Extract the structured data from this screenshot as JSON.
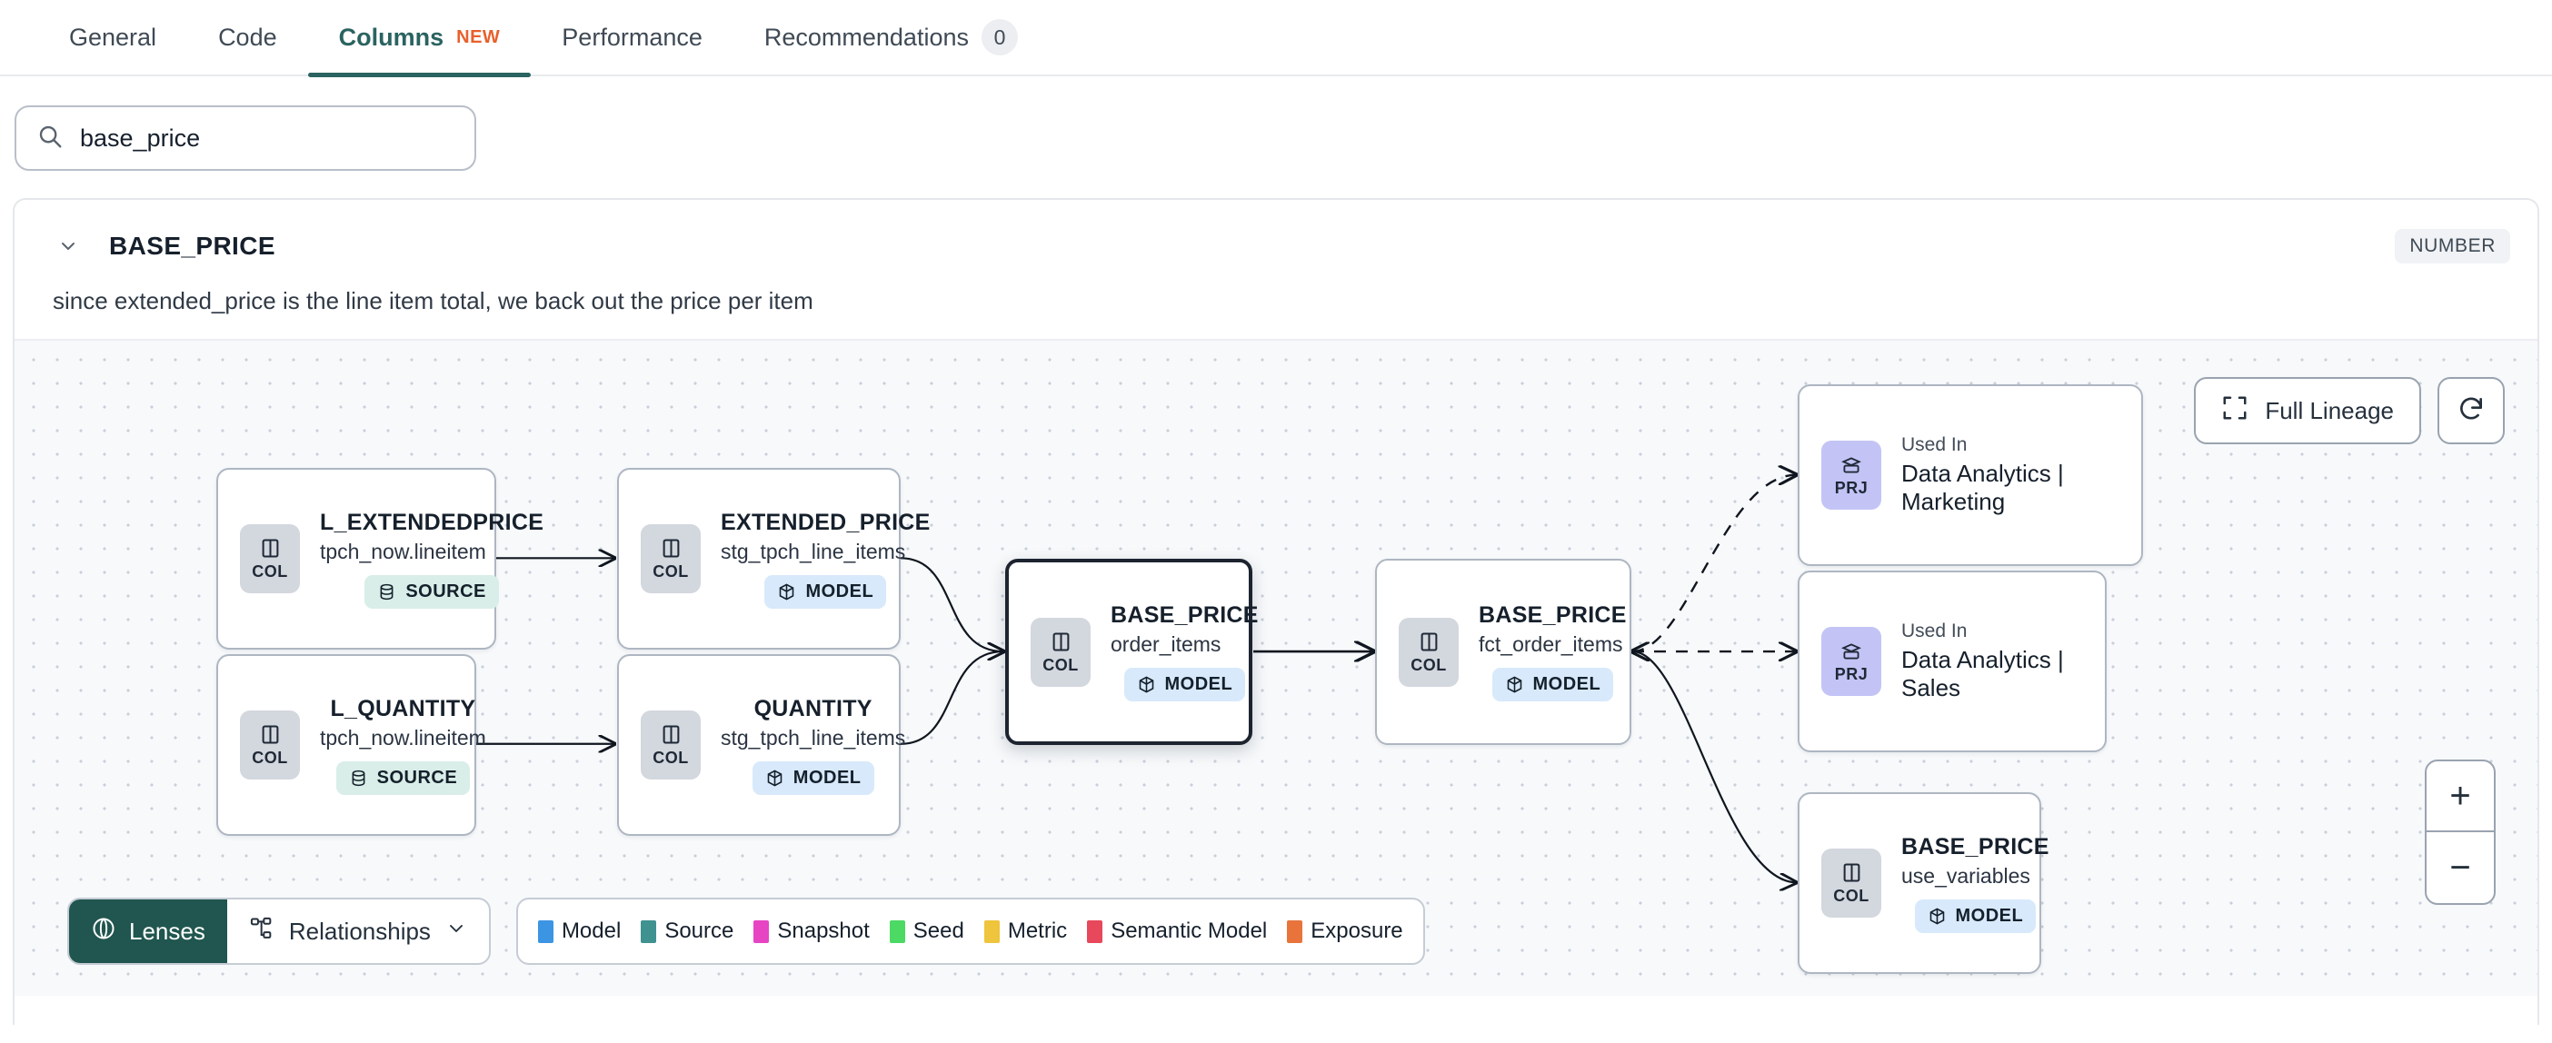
{
  "tabs": [
    {
      "label": "General",
      "active": false,
      "badge": null,
      "new": false
    },
    {
      "label": "Code",
      "active": false,
      "badge": null,
      "new": false
    },
    {
      "label": "Columns",
      "active": true,
      "badge": null,
      "new": true,
      "new_label": "NEW"
    },
    {
      "label": "Performance",
      "active": false,
      "badge": null,
      "new": false
    },
    {
      "label": "Recommendations",
      "active": false,
      "badge": "0",
      "new": false
    }
  ],
  "search": {
    "value": "base_price",
    "placeholder": "Search columns",
    "icon": "search-icon"
  },
  "column": {
    "name": "BASE_PRICE",
    "type_badge": "NUMBER",
    "description": "since extended_price is the line item total, we back out the price per item",
    "chevron": "chevron-down-icon"
  },
  "lineage": {
    "controls": {
      "full_lineage_label": "Full Lineage",
      "full_lineage_icon": "expand-icon",
      "refresh_icon": "refresh-icon",
      "zoom_in": "+",
      "zoom_out": "−"
    },
    "nodes": [
      {
        "id": "l_extendedprice",
        "title": "L_EXTENDEDPRICE",
        "subtitle": "tpch_now.lineitem",
        "icon_label": "COL",
        "icon_type": "col",
        "badge": "SOURCE",
        "badge_type": "source",
        "highlight": false
      },
      {
        "id": "l_quantity",
        "title": "L_QUANTITY",
        "subtitle": "tpch_now.lineitem",
        "icon_label": "COL",
        "icon_type": "col",
        "badge": "SOURCE",
        "badge_type": "source",
        "highlight": false
      },
      {
        "id": "extended_price",
        "title": "EXTENDED_PRICE",
        "subtitle": "stg_tpch_line_items",
        "icon_label": "COL",
        "icon_type": "col",
        "badge": "MODEL",
        "badge_type": "model",
        "highlight": false
      },
      {
        "id": "quantity",
        "title": "QUANTITY",
        "subtitle": "stg_tpch_line_items",
        "icon_label": "COL",
        "icon_type": "col",
        "badge": "MODEL",
        "badge_type": "model",
        "highlight": false
      },
      {
        "id": "base_price_order_items",
        "title": "BASE_PRICE",
        "subtitle": "order_items",
        "icon_label": "COL",
        "icon_type": "col",
        "badge": "MODEL",
        "badge_type": "model",
        "highlight": true
      },
      {
        "id": "base_price_fct",
        "title": "BASE_PRICE",
        "subtitle": "fct_order_items",
        "icon_label": "COL",
        "icon_type": "col",
        "badge": "MODEL",
        "badge_type": "model",
        "highlight": false
      },
      {
        "id": "prj_marketing",
        "kicker": "Used In",
        "title": "Data Analytics | Marketing",
        "icon_label": "PRJ",
        "icon_type": "prj",
        "badge": null,
        "highlight": false
      },
      {
        "id": "prj_sales",
        "kicker": "Used In",
        "title": "Data Analytics | Sales",
        "icon_label": "PRJ",
        "icon_type": "prj",
        "badge": null,
        "highlight": false
      },
      {
        "id": "base_price_use_variables",
        "title": "BASE_PRICE",
        "subtitle": "use_variables",
        "icon_label": "COL",
        "icon_type": "col",
        "badge": "MODEL",
        "badge_type": "model",
        "highlight": false
      }
    ],
    "toolbar": {
      "lenses_label": "Lenses",
      "lenses_icon": "lens-icon",
      "relationships_label": "Relationships",
      "relationships_icon": "relationships-icon",
      "relationships_chevron": "chevron-down-icon"
    },
    "legend": [
      {
        "label": "Model",
        "color": "#3b95e3"
      },
      {
        "label": "Source",
        "color": "#3f9290"
      },
      {
        "label": "Snapshot",
        "color": "#e744c4"
      },
      {
        "label": "Seed",
        "color": "#4cd964"
      },
      {
        "label": "Metric",
        "color": "#eec53c"
      },
      {
        "label": "Semantic Model",
        "color": "#e8485c"
      },
      {
        "label": "Exposure",
        "color": "#e8743c"
      }
    ]
  }
}
